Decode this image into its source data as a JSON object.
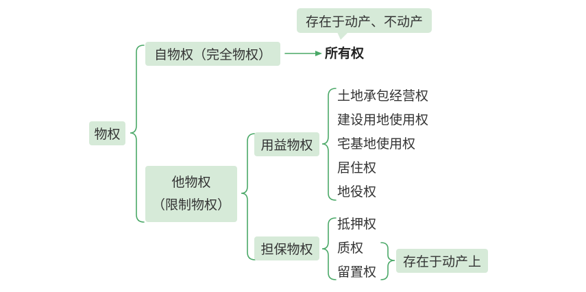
{
  "colors": {
    "line": "#4aa867",
    "box_fill": "#d6ead8",
    "text": "#333333"
  },
  "root": "物权",
  "ownership": {
    "label": "自物权（完全物权）",
    "target": "所有权",
    "callout": "存在于动产、不动产"
  },
  "limited": {
    "label_line1": "他物权",
    "label_line2": "（限制物权）",
    "usufruct": {
      "label": "用益物权",
      "items": [
        "土地承包经营权",
        "建设用地使用权",
        "宅基地使用权",
        "居住权",
        "地役权"
      ]
    },
    "security": {
      "label": "担保物权",
      "items": [
        "抵押权",
        "质权",
        "留置权"
      ],
      "note": "存在于动产上"
    }
  }
}
